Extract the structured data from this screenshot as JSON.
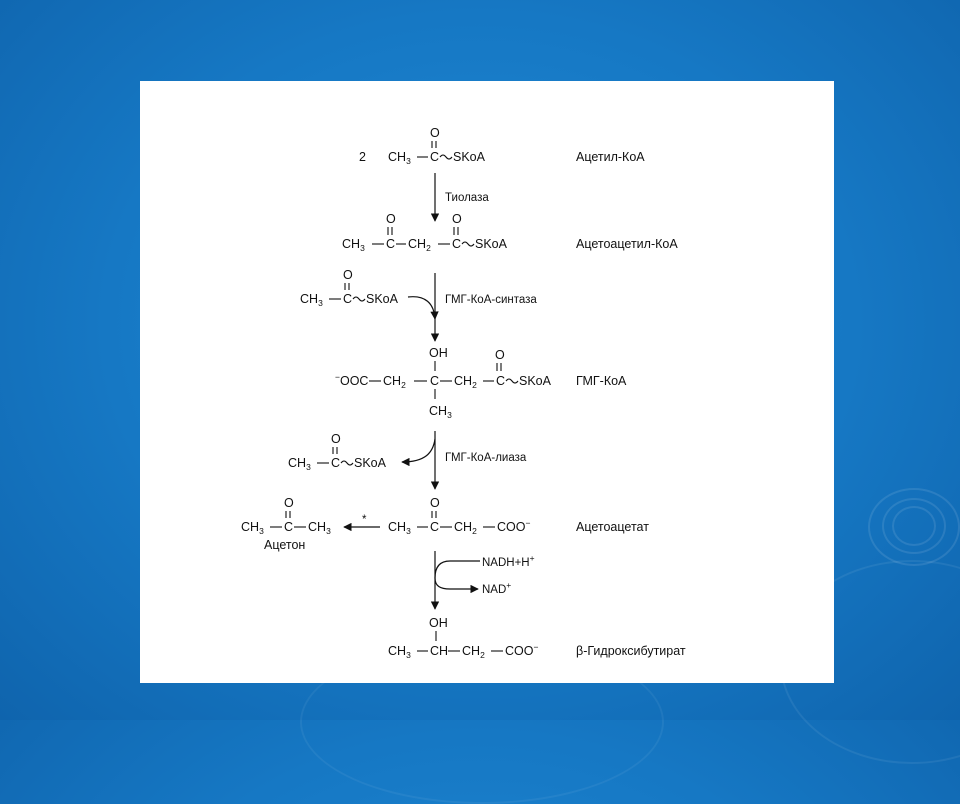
{
  "compounds": {
    "acetyl_coa": {
      "coef": "2",
      "o": "O",
      "ch3": "CH",
      "ch3_sub": "3",
      "c": "C",
      "tail": "SKoA",
      "label": "Ацетил-КоА"
    },
    "acetoacetyl_coa": {
      "o1": "O",
      "o2": "O",
      "ch3": "CH",
      "ch3_sub": "3",
      "c1": "C",
      "ch2": "CH",
      "ch2_sub": "2",
      "c2": "C",
      "tail": "SKoA",
      "label": "Ацетоацетил-КоА"
    },
    "hmg_coa": {
      "oh": "OH",
      "o": "O",
      "ooc": "OOC",
      "ch2a": "CH",
      "ch2a_sub": "2",
      "c1": "C",
      "ch2b": "CH",
      "ch2b_sub": "2",
      "c2": "C",
      "tail": "SKoA",
      "ch3": "CH",
      "ch3_sub": "3",
      "label": "ГМГ-КоА"
    },
    "acetoacetate": {
      "o": "O",
      "ch3": "CH",
      "ch3_sub": "3",
      "c": "C",
      "ch2": "CH",
      "ch2_sub": "2",
      "coo": "COO",
      "label": "Ацетоацетат"
    },
    "acetone": {
      "o": "O",
      "ch3a": "CH",
      "ch3a_sub": "3",
      "c": "C",
      "ch3b": "CH",
      "ch3b_sub": "3",
      "label": "Ацетон"
    },
    "hydroxybutyrate": {
      "oh": "OH",
      "ch3": "CH",
      "ch3_sub": "3",
      "ch": "CH",
      "ch2": "CH",
      "ch2_sub": "2",
      "coo": "COO",
      "label": "β-Гидроксибутират"
    },
    "side_acetyl_in": {
      "o": "O",
      "ch3": "CH",
      "ch3_sub": "3",
      "c": "C",
      "tail": "SKoA"
    },
    "side_acetyl_out": {
      "o": "O",
      "ch3": "CH",
      "ch3_sub": "3",
      "c": "C",
      "tail": "SKoA"
    }
  },
  "enzymes": {
    "thiolase": "Тиолаза",
    "hmg_synthase": "ГМГ-КоА-синтаза",
    "hmg_lyase": "ГМГ-КоА-лиаза"
  },
  "cofactors": {
    "nadh": "NADH+H",
    "nad": "NAD",
    "plus": "+",
    "minus": "−",
    "star": "*"
  },
  "colors": {
    "background": "#1678c4",
    "panel": "#ffffff",
    "ink": "#111111"
  }
}
